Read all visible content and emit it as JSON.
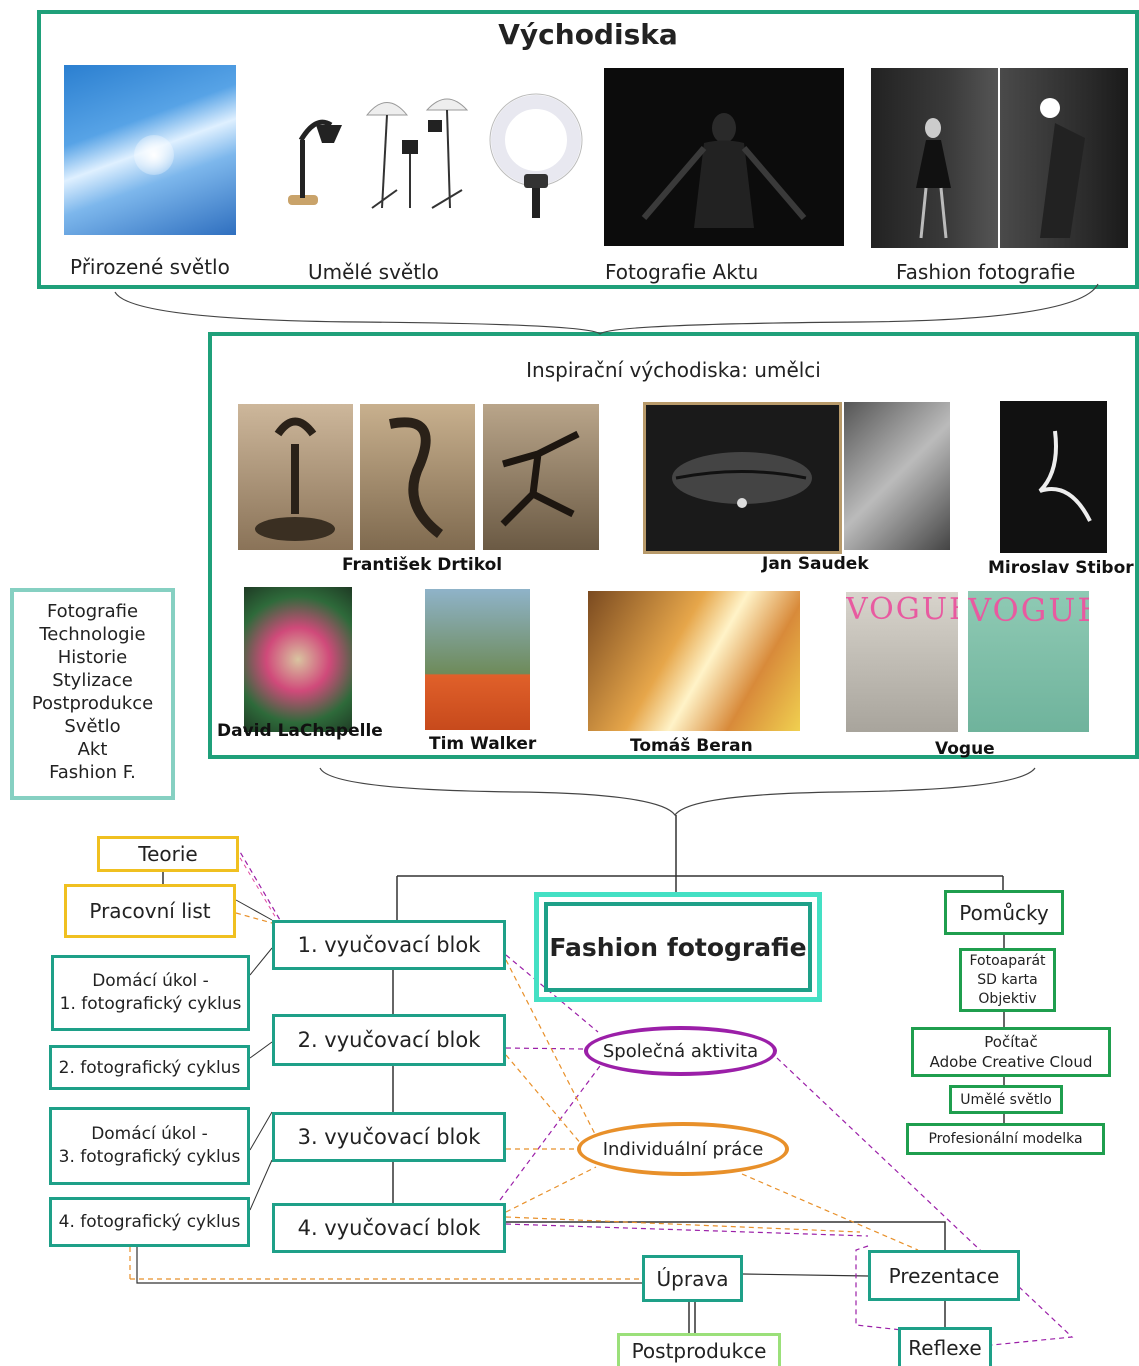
{
  "top": {
    "title": "Východiska",
    "captions": [
      "Přirozené světlo",
      "Umělé světlo",
      "Fotografie Aktu",
      "Fashion fotografie"
    ]
  },
  "inspiration": {
    "title": "Inspirační východiska: umělci",
    "artists": [
      "František Drtikol",
      "Jan Saudek",
      "Miroslav Stibor",
      "David LaChapelle",
      "Tim Walker",
      "Tomáš Beran",
      "Vogue"
    ]
  },
  "topics": [
    "Fotografie",
    "Technologie",
    "Historie",
    "Stylizace",
    "Postprodukce",
    "Světlo",
    "Akt",
    "Fashion F."
  ],
  "center": {
    "title": "Fashion fotografie"
  },
  "left": {
    "theory": "Teorie",
    "worksheet": "Pracovní list",
    "home1_line1": "Domácí úkol -",
    "home1_line2": "1. fotografický cyklus",
    "cycle2": "2. fotografický cyklus",
    "home3_line1": "Domácí úkol -",
    "home3_line2": "3. fotografický cyklus",
    "cycle4": "4. fotografický cyklus"
  },
  "blocks": [
    "1. vyučovací blok",
    "2. vyučovací blok",
    "3. vyučovací blok",
    "4. vyučovací blok"
  ],
  "activities": {
    "shared": "Společná aktivita",
    "individual": "Individuální práce"
  },
  "tools": {
    "title": "Pomůcky",
    "camera": [
      "Fotoaparát",
      "SD karta",
      "Objektiv"
    ],
    "computer": [
      "Počítač",
      "Adobe Creative Cloud"
    ],
    "light": "Umělé světlo",
    "model": "Profesionální modelka"
  },
  "bottom": {
    "edit": "Úprava",
    "postproduction": "Postprodukce",
    "presentation": "Prezentace",
    "reflection": "Reflexe"
  },
  "colors": {
    "teal": "#1ea088",
    "green": "#1f9e4e",
    "yellow": "#f0c020",
    "purple": "#9b1fa8",
    "orange": "#e8902a",
    "lightgreen": "#9be07a"
  }
}
